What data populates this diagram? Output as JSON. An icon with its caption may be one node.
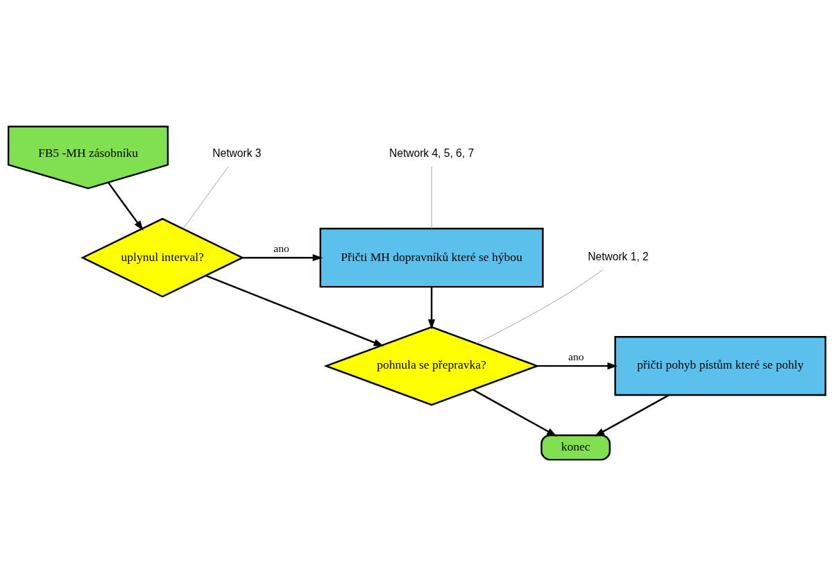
{
  "diagram": {
    "nodes": [
      {
        "text": [
          "FB5 -MH zásobníku"
        ]
      },
      {
        "text": [
          "uplynul interval?"
        ]
      },
      {
        "text": [
          "Přičti MH dopravníků které se hýbou"
        ]
      },
      {
        "text": [
          "pohnula se přepravka?"
        ]
      },
      {
        "text": [
          "přičti pohyb pístům které se pohly"
        ]
      },
      {
        "text": [
          "konec"
        ]
      },
      {
        "text": [
          "Network 3"
        ]
      },
      {
        "text": [
          "Network 4, 5, 6, 7"
        ]
      },
      {
        "text": [
          "Network 1, 2"
        ]
      }
    ],
    "edges": [
      {
        "from": 0,
        "to": 1,
        "arrow": "to"
      },
      {
        "from": 1,
        "to": 2,
        "arrow": "to",
        "label": "ano"
      },
      {
        "from": 1,
        "to": 3,
        "arrow": "to"
      },
      {
        "from": 2,
        "to": 3,
        "arrow": "to"
      },
      {
        "from": 3,
        "to": 4,
        "arrow": "to",
        "label": "ano"
      },
      {
        "from": 4,
        "to": 5,
        "arrow": "to"
      },
      {
        "from": 3,
        "to": 5,
        "arrow": "to"
      },
      {
        "from": 6,
        "to": 1,
        "arrow": "none",
        "color": "#a0a0a0"
      },
      {
        "from": 7,
        "to": 2,
        "arrow": "none",
        "color": "#a0a0a0"
      },
      {
        "from": 8,
        "to": 3,
        "arrow": "none",
        "color": "#a0a0a0"
      }
    ]
  }
}
